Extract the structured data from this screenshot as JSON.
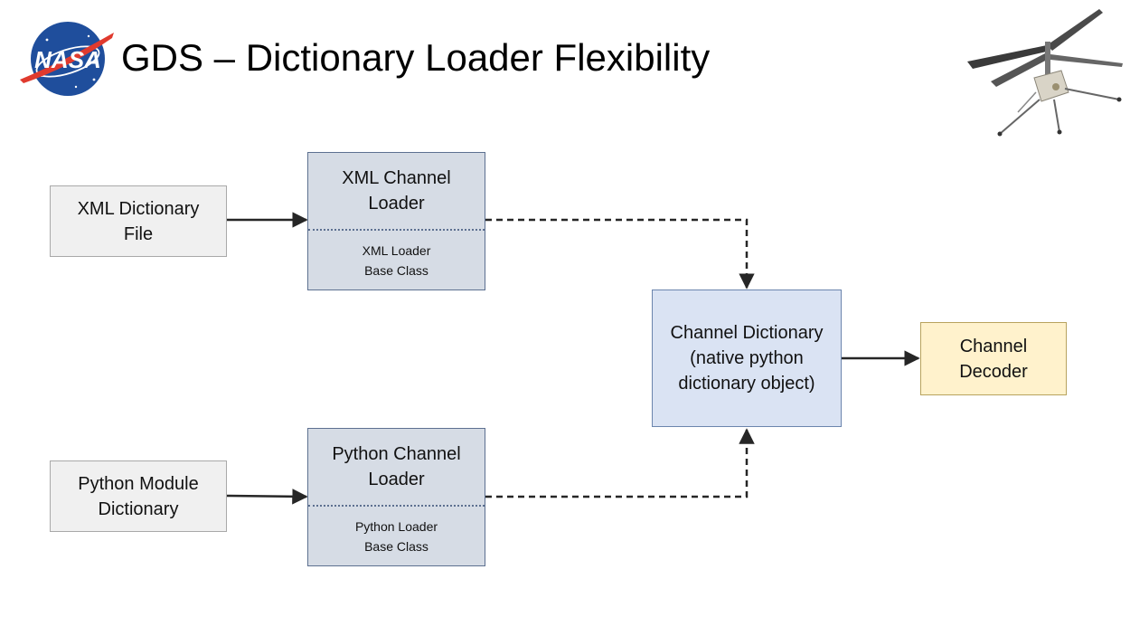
{
  "slide": {
    "title": "GDS – Dictionary Loader Flexibility"
  },
  "logo": {
    "text": "NASA",
    "icon": "nasa-meatball-logo"
  },
  "illustration": {
    "icon": "mars-helicopter-icon"
  },
  "diagram": {
    "nodes": {
      "xml_file": {
        "label": "XML Dictionary\nFile"
      },
      "python_module": {
        "label": "Python Module\nDictionary"
      },
      "xml_loader": {
        "label": "XML Channel\nLoader",
        "base_class": "XML Loader\nBase Class"
      },
      "python_loader": {
        "label": "Python Channel\nLoader",
        "base_class": "Python Loader\nBase Class"
      },
      "channel_dictionary": {
        "label": "Channel Dictionary\n(native python\ndictionary object)"
      },
      "channel_decoder": {
        "label": "Channel\nDecoder"
      }
    },
    "colors": {
      "source": "#f0f0f0",
      "loader": "#d6dce5",
      "dictionary": "#dae3f3",
      "decoder": "#fff2cc"
    }
  }
}
